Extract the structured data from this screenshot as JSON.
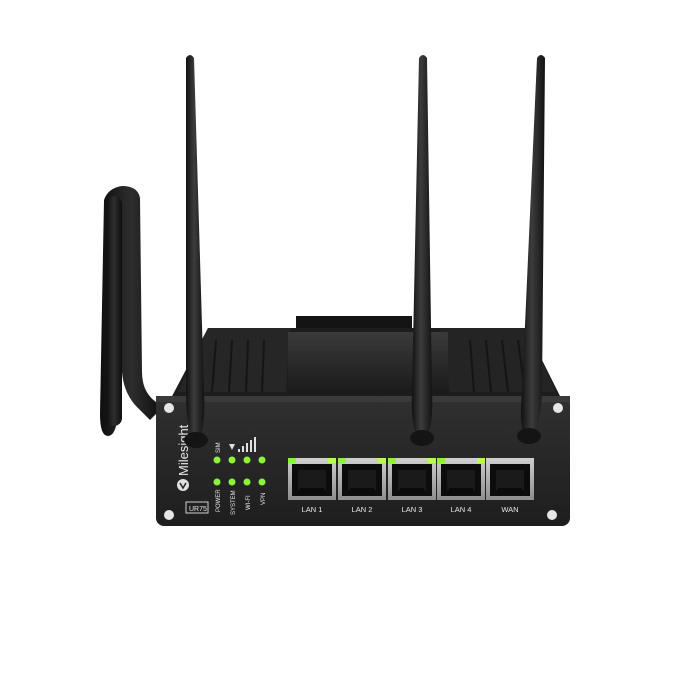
{
  "brand": {
    "name": "Milesight",
    "model": "UR75"
  },
  "leds": {
    "top_row": [
      "SIM"
    ],
    "bottom_row": [
      "POWER",
      "SYSTEM",
      "WI-FI",
      "VPN"
    ],
    "led_color": "#8df23a"
  },
  "ports": [
    {
      "label": "LAN 1"
    },
    {
      "label": "LAN 2"
    },
    {
      "label": "LAN 3"
    },
    {
      "label": "LAN 4"
    },
    {
      "label": "WAN"
    }
  ],
  "colors": {
    "body": "#1c1c1c",
    "face": "#2a2a2a",
    "accent": "#8df23a",
    "background": "#ffffff"
  }
}
